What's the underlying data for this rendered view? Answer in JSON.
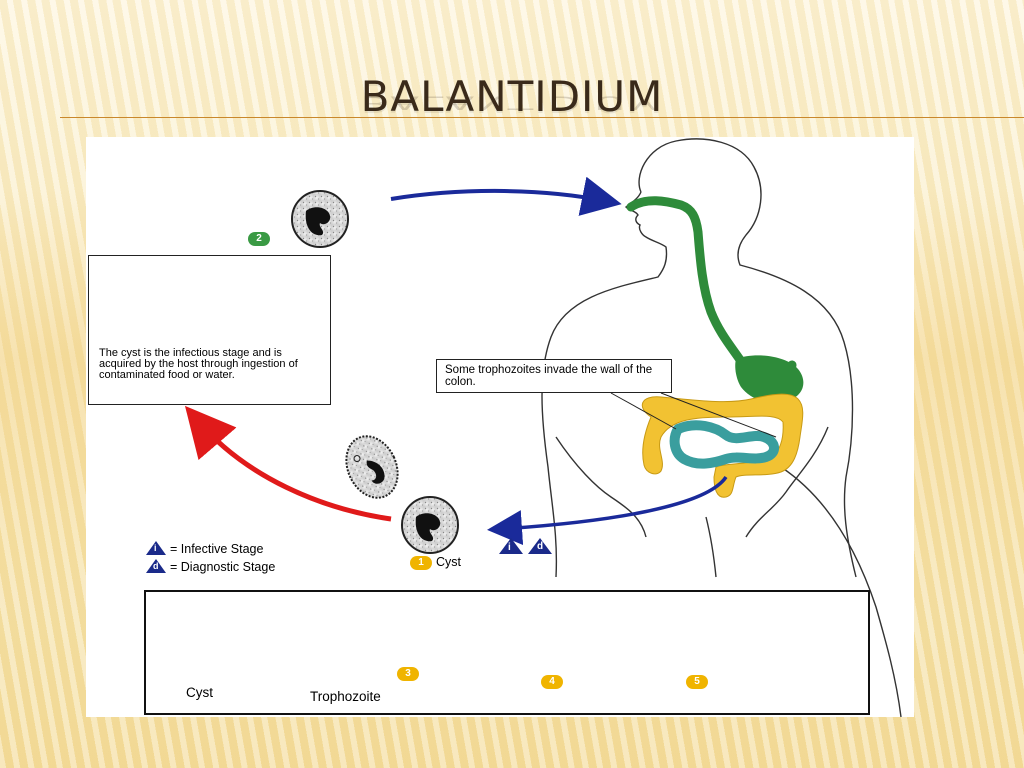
{
  "slide": {
    "title": "BALANTIDIUM"
  },
  "diagram": {
    "info_box": {
      "text": "The cyst is the infectious stage and is acquired by the host through ingestion of contaminated food or water."
    },
    "callout": {
      "text": "Some trophozoites invade the wall of the colon."
    },
    "legend": {
      "infective_symbol": "i",
      "infective_label": "= Infective Stage",
      "diagnostic_symbol": "d",
      "diagnostic_label": "= Diagnostic Stage"
    },
    "step_badges": {
      "step1": "1",
      "step2": "2",
      "step3": "3",
      "step4": "4",
      "step5": "5"
    },
    "labels": {
      "cyst_step1": "Cyst",
      "cyst_bottom": "Cyst",
      "trophozoite_bottom": "Trophozoite",
      "marker_i": "i",
      "marker_d": "d"
    },
    "colors": {
      "infective_arrow": "#1a2a9a",
      "return_arrow": "#e01a1a",
      "digestive_tract": "#2e8b3a",
      "small_intestine": "#3a9e9e",
      "colon": "#f2c232",
      "badge_green": "#3a9a44",
      "badge_yellow": "#f0b400",
      "legend_triangle": "#1a2a8a"
    }
  }
}
